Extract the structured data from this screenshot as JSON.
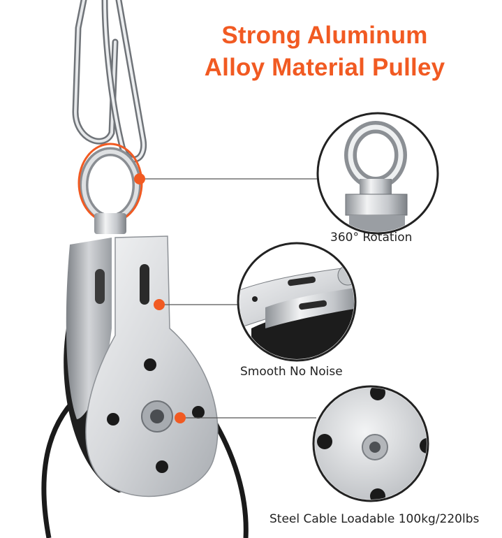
{
  "headline": {
    "line1": "Strong Aluminum",
    "line2": "Alloy Material Pulley"
  },
  "callouts": [
    {
      "caption": "360° Rotation"
    },
    {
      "caption": "Smooth No Noise"
    },
    {
      "caption": "Steel Cable Loadable 100kg/220lbs"
    }
  ],
  "colors": {
    "accent": "#f15a22",
    "steel": "#c9ccd0",
    "cable": "#1a1a1a"
  }
}
